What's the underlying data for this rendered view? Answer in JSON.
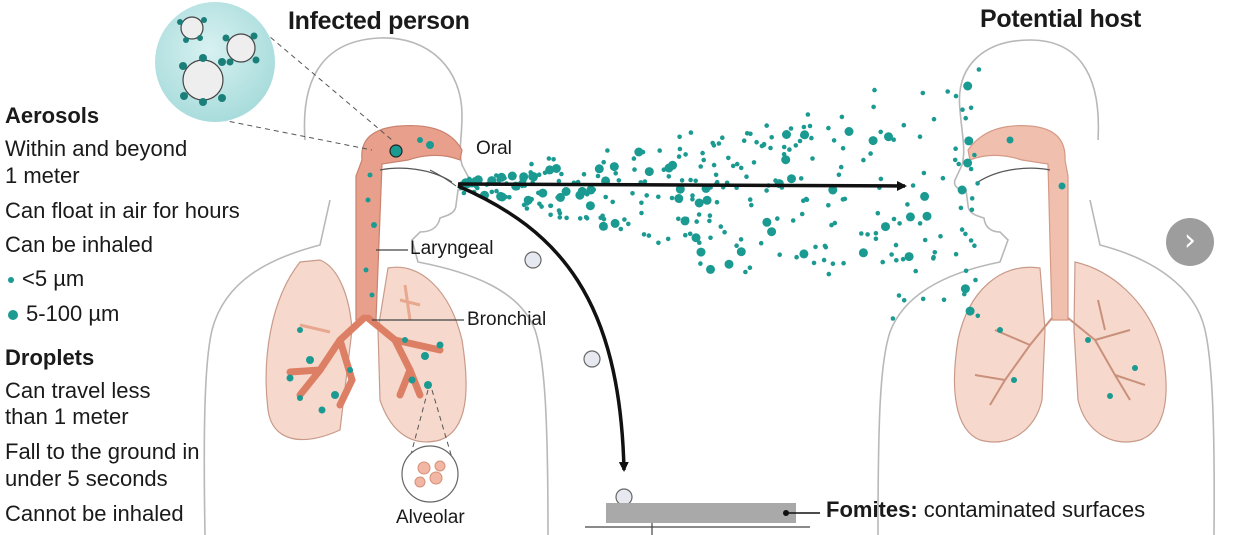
{
  "titles": {
    "infected": "Infected person",
    "host": "Potential host"
  },
  "aerosols": {
    "heading": "Aerosols",
    "line1": "Within and beyond",
    "line2": "1 meter",
    "line3": "Can float in air for hours",
    "line4": "Can be inhaled",
    "size_small": "<5 µm",
    "size_large": "5-100 µm"
  },
  "droplets": {
    "heading": "Droplets",
    "line1": "Can travel less",
    "line2": "than 1 meter",
    "line3": "Fall to the ground in",
    "line4": "under 5 seconds",
    "line5": "Cannot be inhaled"
  },
  "labels": {
    "oral": "Oral",
    "laryngeal": "Laryngeal",
    "bronchial": "Bronchial",
    "alveolar": "Alveolar"
  },
  "fomites": {
    "bold": "Fomites:",
    "text": " contaminated surfaces"
  },
  "nav": {
    "next_icon": "chevron-right-icon",
    "glyph": "›"
  },
  "colors": {
    "aerosol": "#1b9a92",
    "airway": "#e8a08c",
    "lung": "#f6d9cc",
    "outline": "#b5b5b5",
    "virus_bubble": "#bfe6e6",
    "surface": "#a9a9a9"
  }
}
